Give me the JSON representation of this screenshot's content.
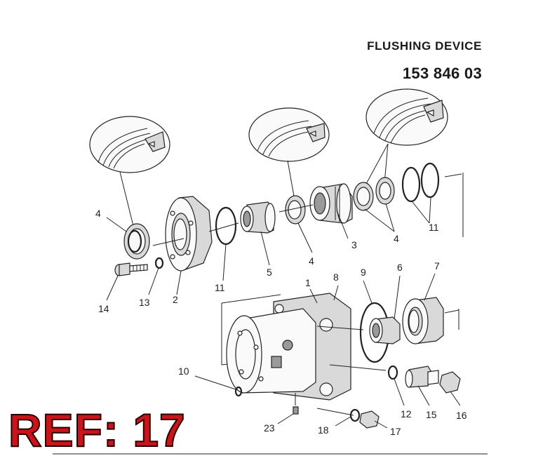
{
  "header": {
    "title": "FLUSHING DEVICE",
    "part_number": "153 846 03"
  },
  "ref_label": "REF: 17",
  "callouts": {
    "c1": "1",
    "c2": "2",
    "c3": "3",
    "c4a": "4",
    "c4b": "4",
    "c4c": "4",
    "c5": "5",
    "c6": "6",
    "c7": "7",
    "c8": "8",
    "c9": "9",
    "c10": "10",
    "c11a": "11",
    "c11b": "11",
    "c12": "12",
    "c13": "13",
    "c14": "14",
    "c15": "15",
    "c16": "16",
    "c17": "17",
    "c18": "18",
    "c23": "23"
  },
  "colors": {
    "ref_text": "#c8141a",
    "line": "#222222"
  }
}
